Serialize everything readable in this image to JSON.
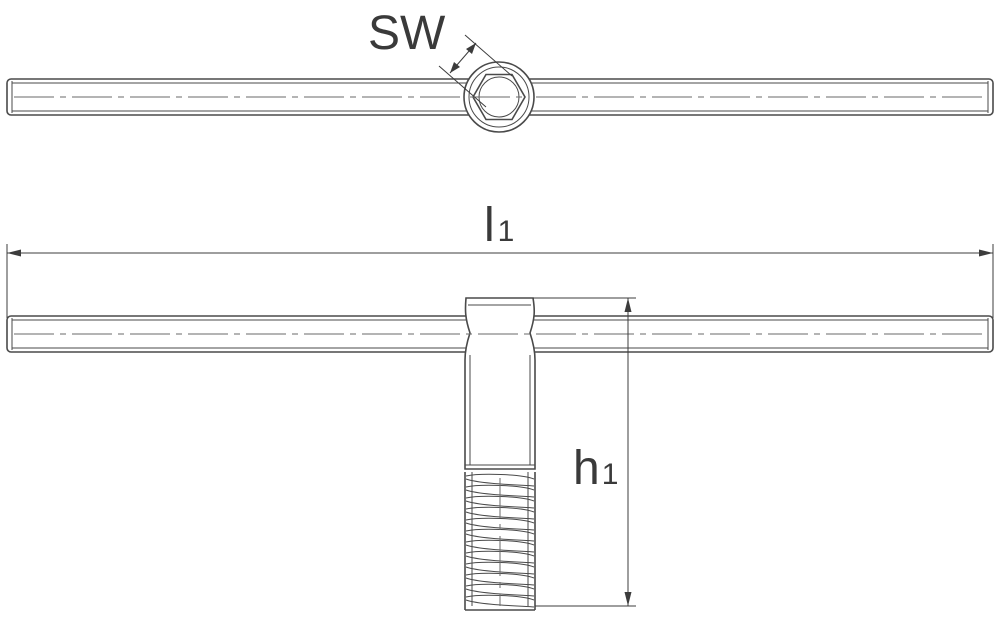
{
  "labels": {
    "wrench_size": "SW",
    "length_main": "l",
    "length_sub": "1",
    "height_main": "h",
    "height_sub": "1"
  }
}
